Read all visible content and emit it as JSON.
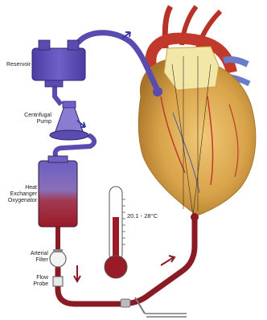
{
  "labels": {
    "reservoir": "Reservoir",
    "pump_line1": "Centrifugal",
    "pump_line2": "Pump",
    "hx_line1": "Heat",
    "hx_line2": "Exchanger",
    "hx_line3": "Oxygenator",
    "filter_line1": "Arterial",
    "filter_line2": "Filter",
    "probe_line1": "Flow",
    "probe_line2": "Probe",
    "temperature": "20.1 - 28°C"
  },
  "colors": {
    "venous": "#5a4bb0",
    "arterial": "#8a1a24",
    "heart": "#d9a44a",
    "aorta": "#c0392b",
    "pulmonary_vein": "#6a7cc8"
  }
}
